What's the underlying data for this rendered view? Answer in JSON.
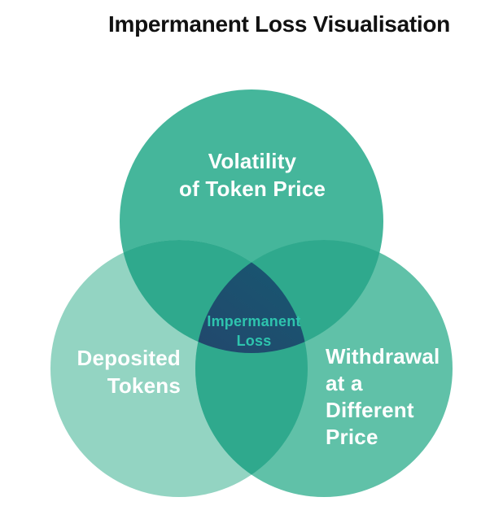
{
  "title": "Impermanent Loss Visualisation",
  "venn": {
    "circles": [
      {
        "id": "volatility",
        "label": "Volatility\nof Token Price",
        "color": "#45B69B"
      },
      {
        "id": "deposited",
        "label": "Deposited\nTokens",
        "color": "#93D4C2"
      },
      {
        "id": "withdrawal",
        "label": "Withdrawal\nat a\nDifferent\nPrice",
        "color": "#60C1A8"
      }
    ],
    "overlap_color": "#2FA98D",
    "center": {
      "label": "Impermanent\nLoss",
      "text_color": "#2EC4AE",
      "gradient_start": "#135E72",
      "gradient_end": "#27406B"
    }
  }
}
